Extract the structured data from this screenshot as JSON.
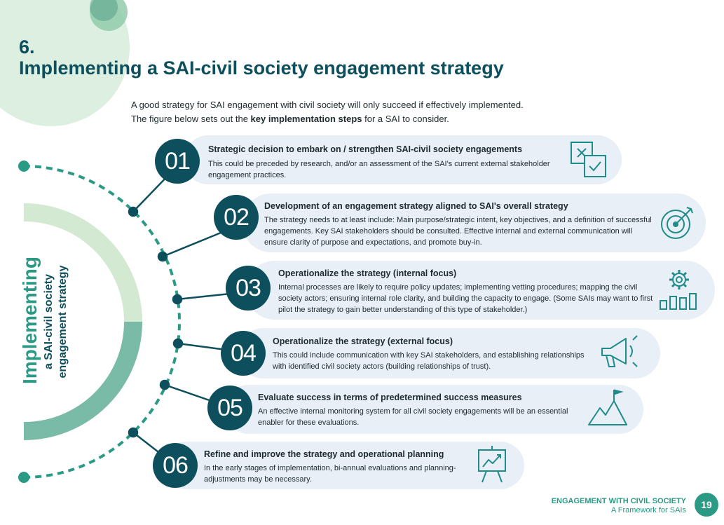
{
  "heading": {
    "number": "6.",
    "title": "Implementing a SAI-civil society engagement strategy"
  },
  "intro": {
    "line1": "A good strategy for SAI engagement with civil society will only succeed if effectively implemented.",
    "line2_pre": "The figure below sets out the ",
    "line2_bold": "key implementation steps",
    "line2_post": " for a SAI to consider."
  },
  "side_label": {
    "big": "Implementing",
    "line2": "a SAI-civil society",
    "line3": "engagement strategy"
  },
  "steps": [
    {
      "number": "01",
      "title": "Strategic decision to embark on / strengthen SAI-civil society engagements",
      "description": "This could be preceded by research, and/or an assessment of the SAI's current external stakeholder engagement practices.",
      "icon": "checklist-icon"
    },
    {
      "number": "02",
      "title": "Development of an engagement strategy aligned to SAI's overall strategy",
      "description": "The strategy needs to at least include: Main purpose/strategic intent, key objectives, and a definition of successful engagements. Key SAI stakeholders should be consulted. Effective internal and external communication will ensure clarity of purpose and expectations, and promote buy-in.",
      "icon": "target-icon"
    },
    {
      "number": "03",
      "title": "Operationalize the strategy (internal focus)",
      "description": "Internal processes are likely to require policy updates; implementing vetting procedures; mapping the civil society actors; ensuring internal role clarity, and building the capacity to engage. (Some SAIs may want to first pilot the strategy to gain better understanding of this type of stakeholder.)",
      "icon": "gear-chart-icon"
    },
    {
      "number": "04",
      "title": "Operationalize the strategy (external focus)",
      "description": "This could include communication with key SAI stakeholders, and establishing relationships with identified civil society actors (building relationships of trust).",
      "icon": "megaphone-icon"
    },
    {
      "number": "05",
      "title": "Evaluate success in terms of predetermined success measures",
      "description": "An effective internal monitoring system for all civil society engagements will be an essential enabler for these evaluations.",
      "icon": "mountain-flag-icon"
    },
    {
      "number": "06",
      "title": "Refine and improve the strategy and operational planning",
      "description": "In the early stages of implementation, bi-annual evaluations and planning-adjustments may be necessary.",
      "icon": "presentation-board-icon"
    }
  ],
  "footer": {
    "title": "ENGAGEMENT WITH CIVIL SOCIETY",
    "subtitle": "A Framework for SAIs",
    "page": "19"
  },
  "colors": {
    "dark_teal": "#0d4f5c",
    "green": "#2a9a84",
    "light_green": "#d3e9d2",
    "pill_bg": "#e9eff6"
  }
}
